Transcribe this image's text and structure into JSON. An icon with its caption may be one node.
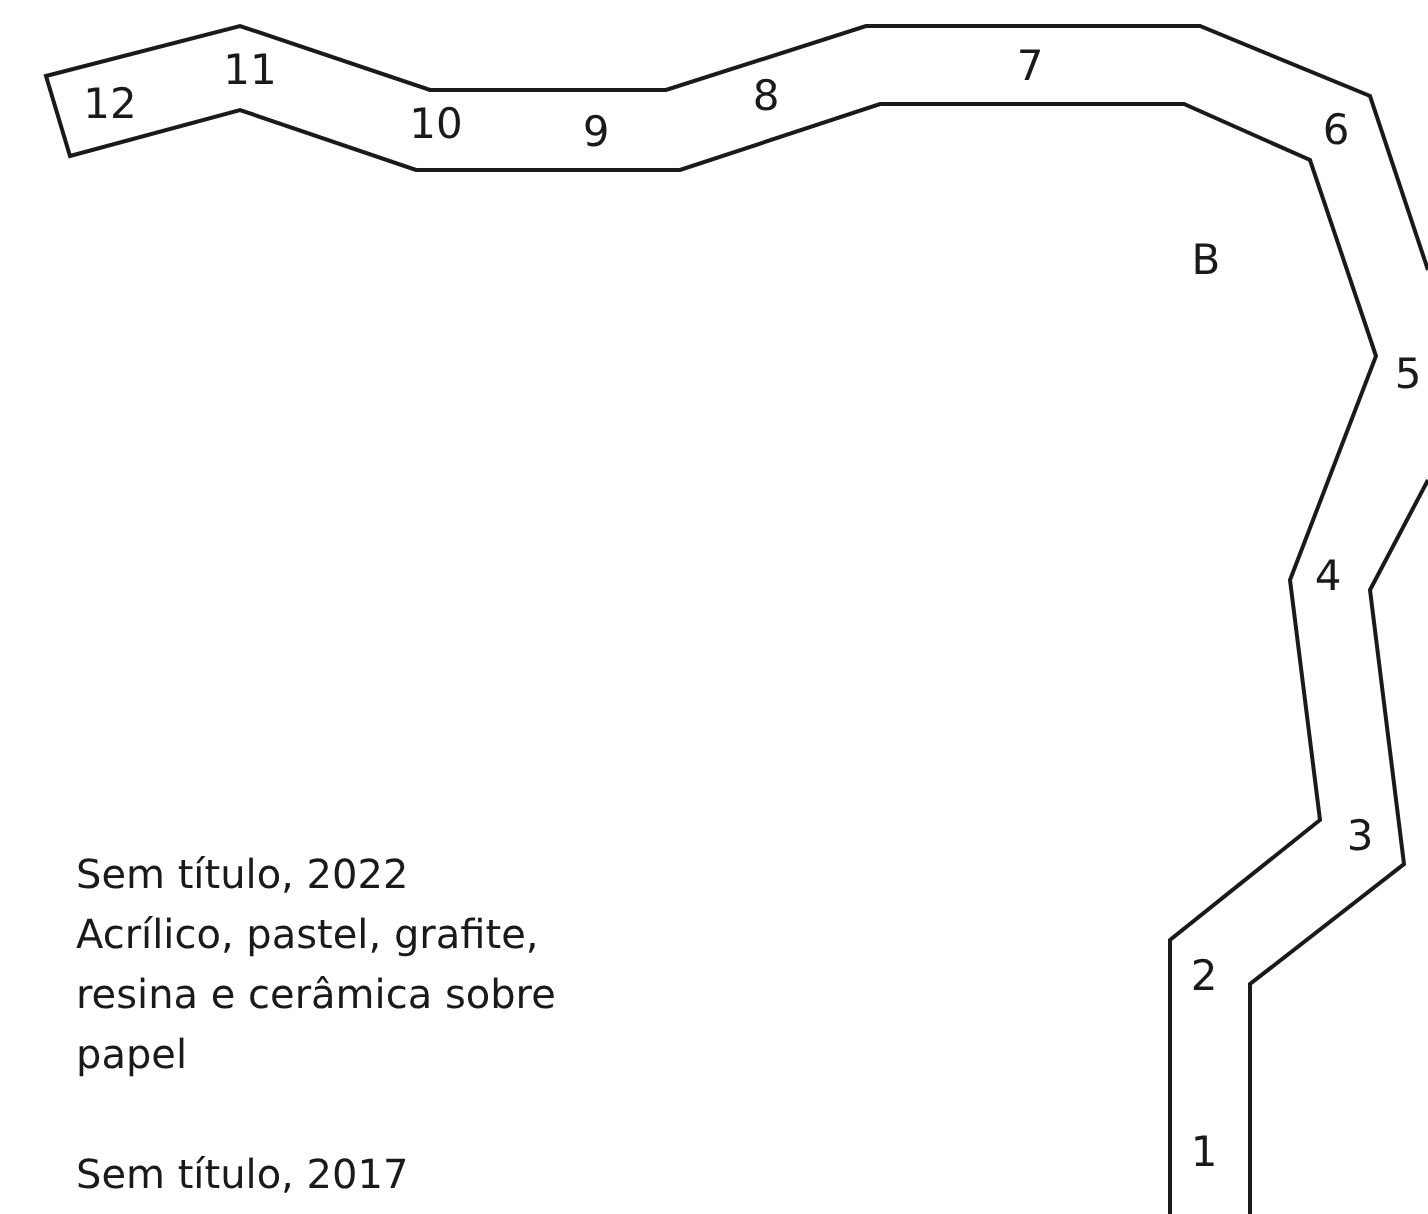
{
  "diagram": {
    "labels": [
      "12",
      "11",
      "7",
      "10",
      "9",
      "8",
      "6",
      "B",
      "5",
      "4",
      "3",
      "2",
      "1",
      "Sem título, 2022",
      "Acrílico, pastel, grafite, resina e cerâmica sobre papel",
      "Sem título, 2017"
    ]
  }
}
